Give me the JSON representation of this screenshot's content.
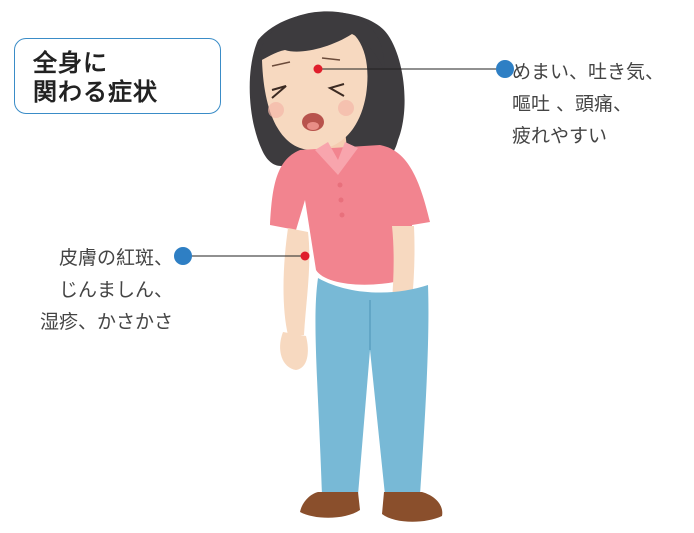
{
  "title": {
    "line1": "全身に",
    "line2": "関わる症状"
  },
  "symptoms_head": {
    "line1": "めまい、吐き気、",
    "line2": "嘔吐 、頭痛、",
    "line3": "疲れやすい"
  },
  "symptoms_skin": {
    "line1": "皮膚の紅斑、",
    "line2": "じんましん、",
    "line3": "湿疹、かさかさ"
  },
  "colors": {
    "callout_dot": "#2e7fc4",
    "symptom_marker": "#e01e2b",
    "title_border": "#3a8cc7",
    "shirt": "#f2848f",
    "jeans": "#78b9d6",
    "hair": "#3d3b3e",
    "skin": "#f7d9c0",
    "shoes": "#8a4f2c"
  }
}
